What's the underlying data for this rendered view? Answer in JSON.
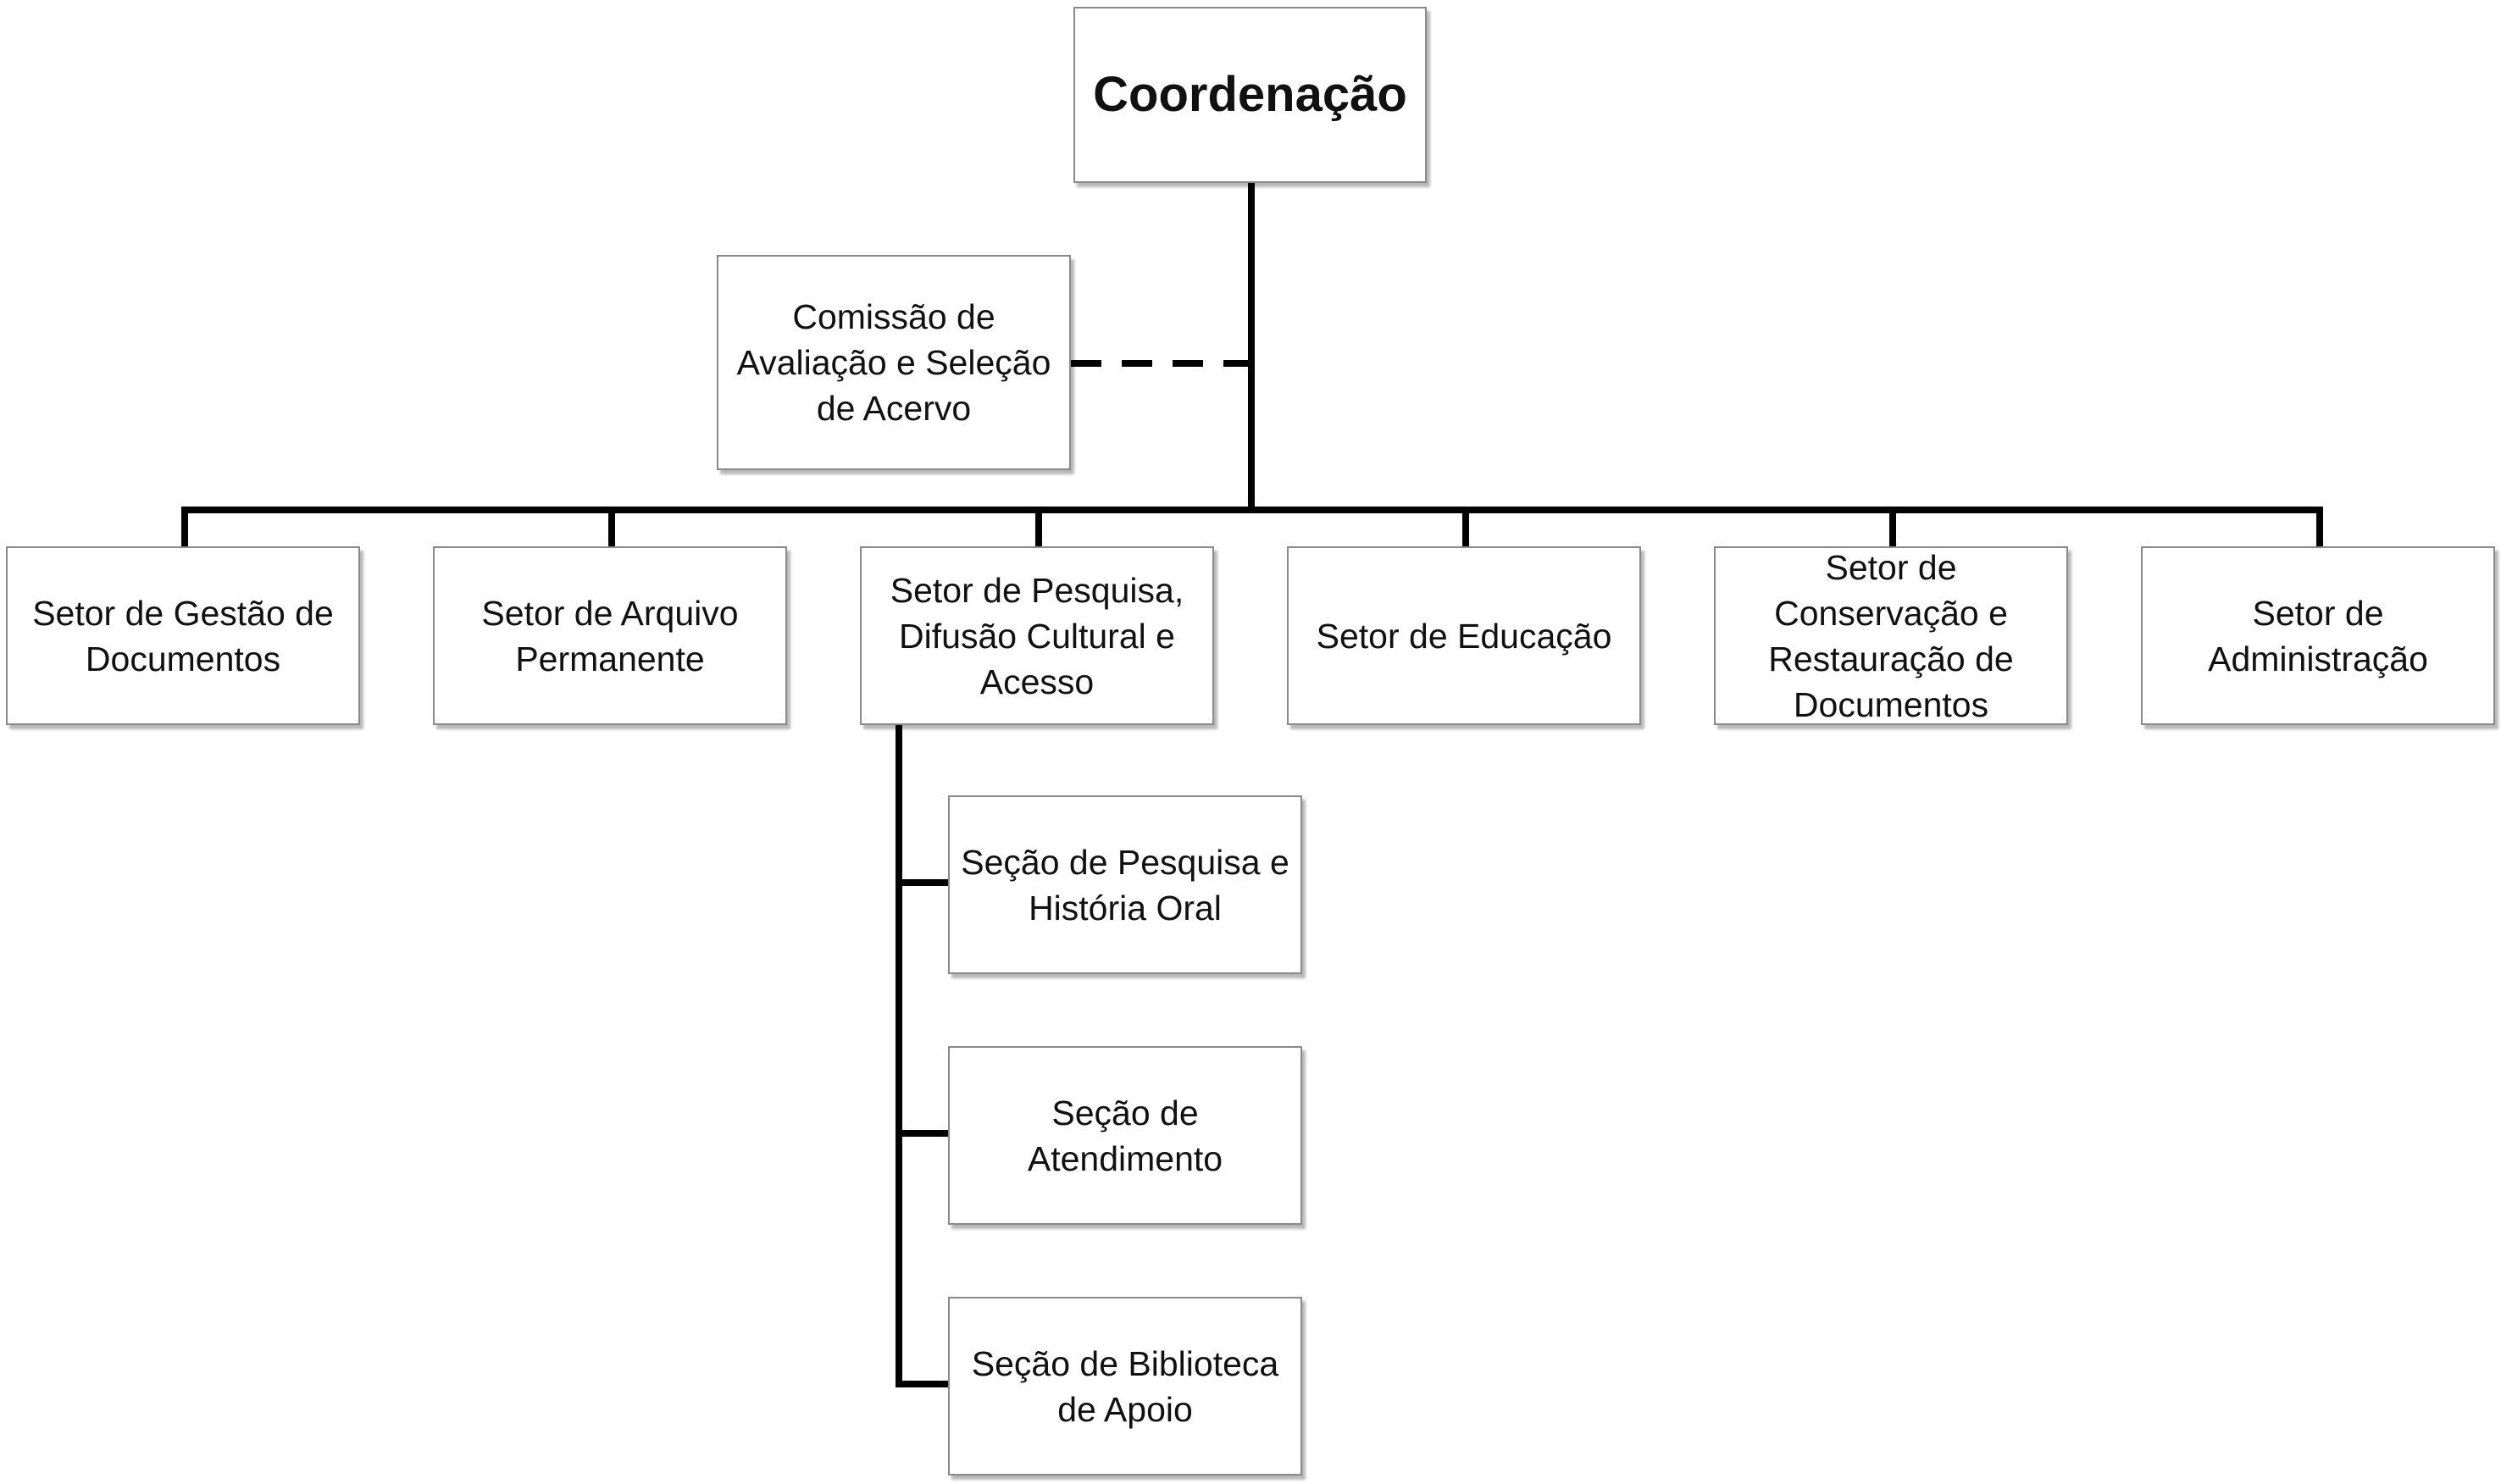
{
  "colors": {
    "line": "#000000",
    "box_border": "#8a8a8a",
    "box_fill": "#ffffff",
    "text": "#111111"
  },
  "root": {
    "label": "Coordenação"
  },
  "advisory": {
    "label": "Comissão de\nAvaliação e Seleção\nde Acervo",
    "link": "dashed"
  },
  "sectors": [
    {
      "label": "Setor de Gestão de\nDocumentos"
    },
    {
      "label": "Setor de Arquivo\nPermanente"
    },
    {
      "label": "Setor de Pesquisa,\nDifusão Cultural e\nAcesso"
    },
    {
      "label": "Setor de Educação"
    },
    {
      "label": "Setor de\nConservação e\nRestauração de\nDocumentos"
    },
    {
      "label": "Setor de\nAdministração"
    }
  ],
  "sections": [
    {
      "label": "Seção de Pesquisa e\nHistória Oral"
    },
    {
      "label": "Seção de\nAtendimento"
    },
    {
      "label": "Seção de Biblioteca\nde Apoio"
    }
  ]
}
